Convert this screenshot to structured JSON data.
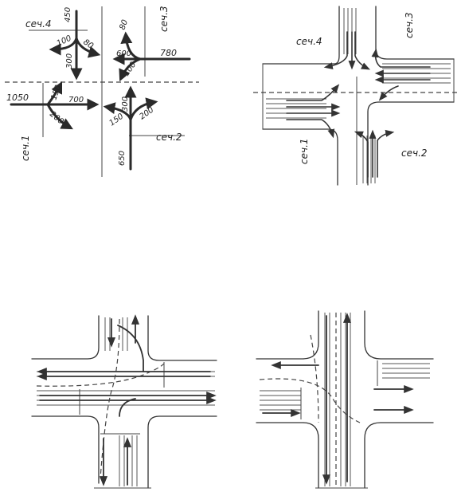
{
  "panel_flows": {
    "section_labels": [
      "сеч.4",
      "сеч.3",
      "сеч.1",
      "сеч.2"
    ],
    "section4_flows": [
      "450",
      "100",
      "80",
      "300"
    ],
    "section3_flows": [
      "80",
      "600",
      "780",
      "100"
    ],
    "section1_flows": [
      "1050",
      "150",
      "700",
      "200"
    ],
    "section2_flows": [
      "300",
      "150",
      "200",
      "650"
    ]
  },
  "panel_lanes": {
    "section_labels": [
      "сеч.4",
      "сеч.3",
      "сеч.1",
      "сеч.2"
    ]
  },
  "colors": {
    "ink": "#2a2a2a",
    "background": "#ffffff"
  }
}
